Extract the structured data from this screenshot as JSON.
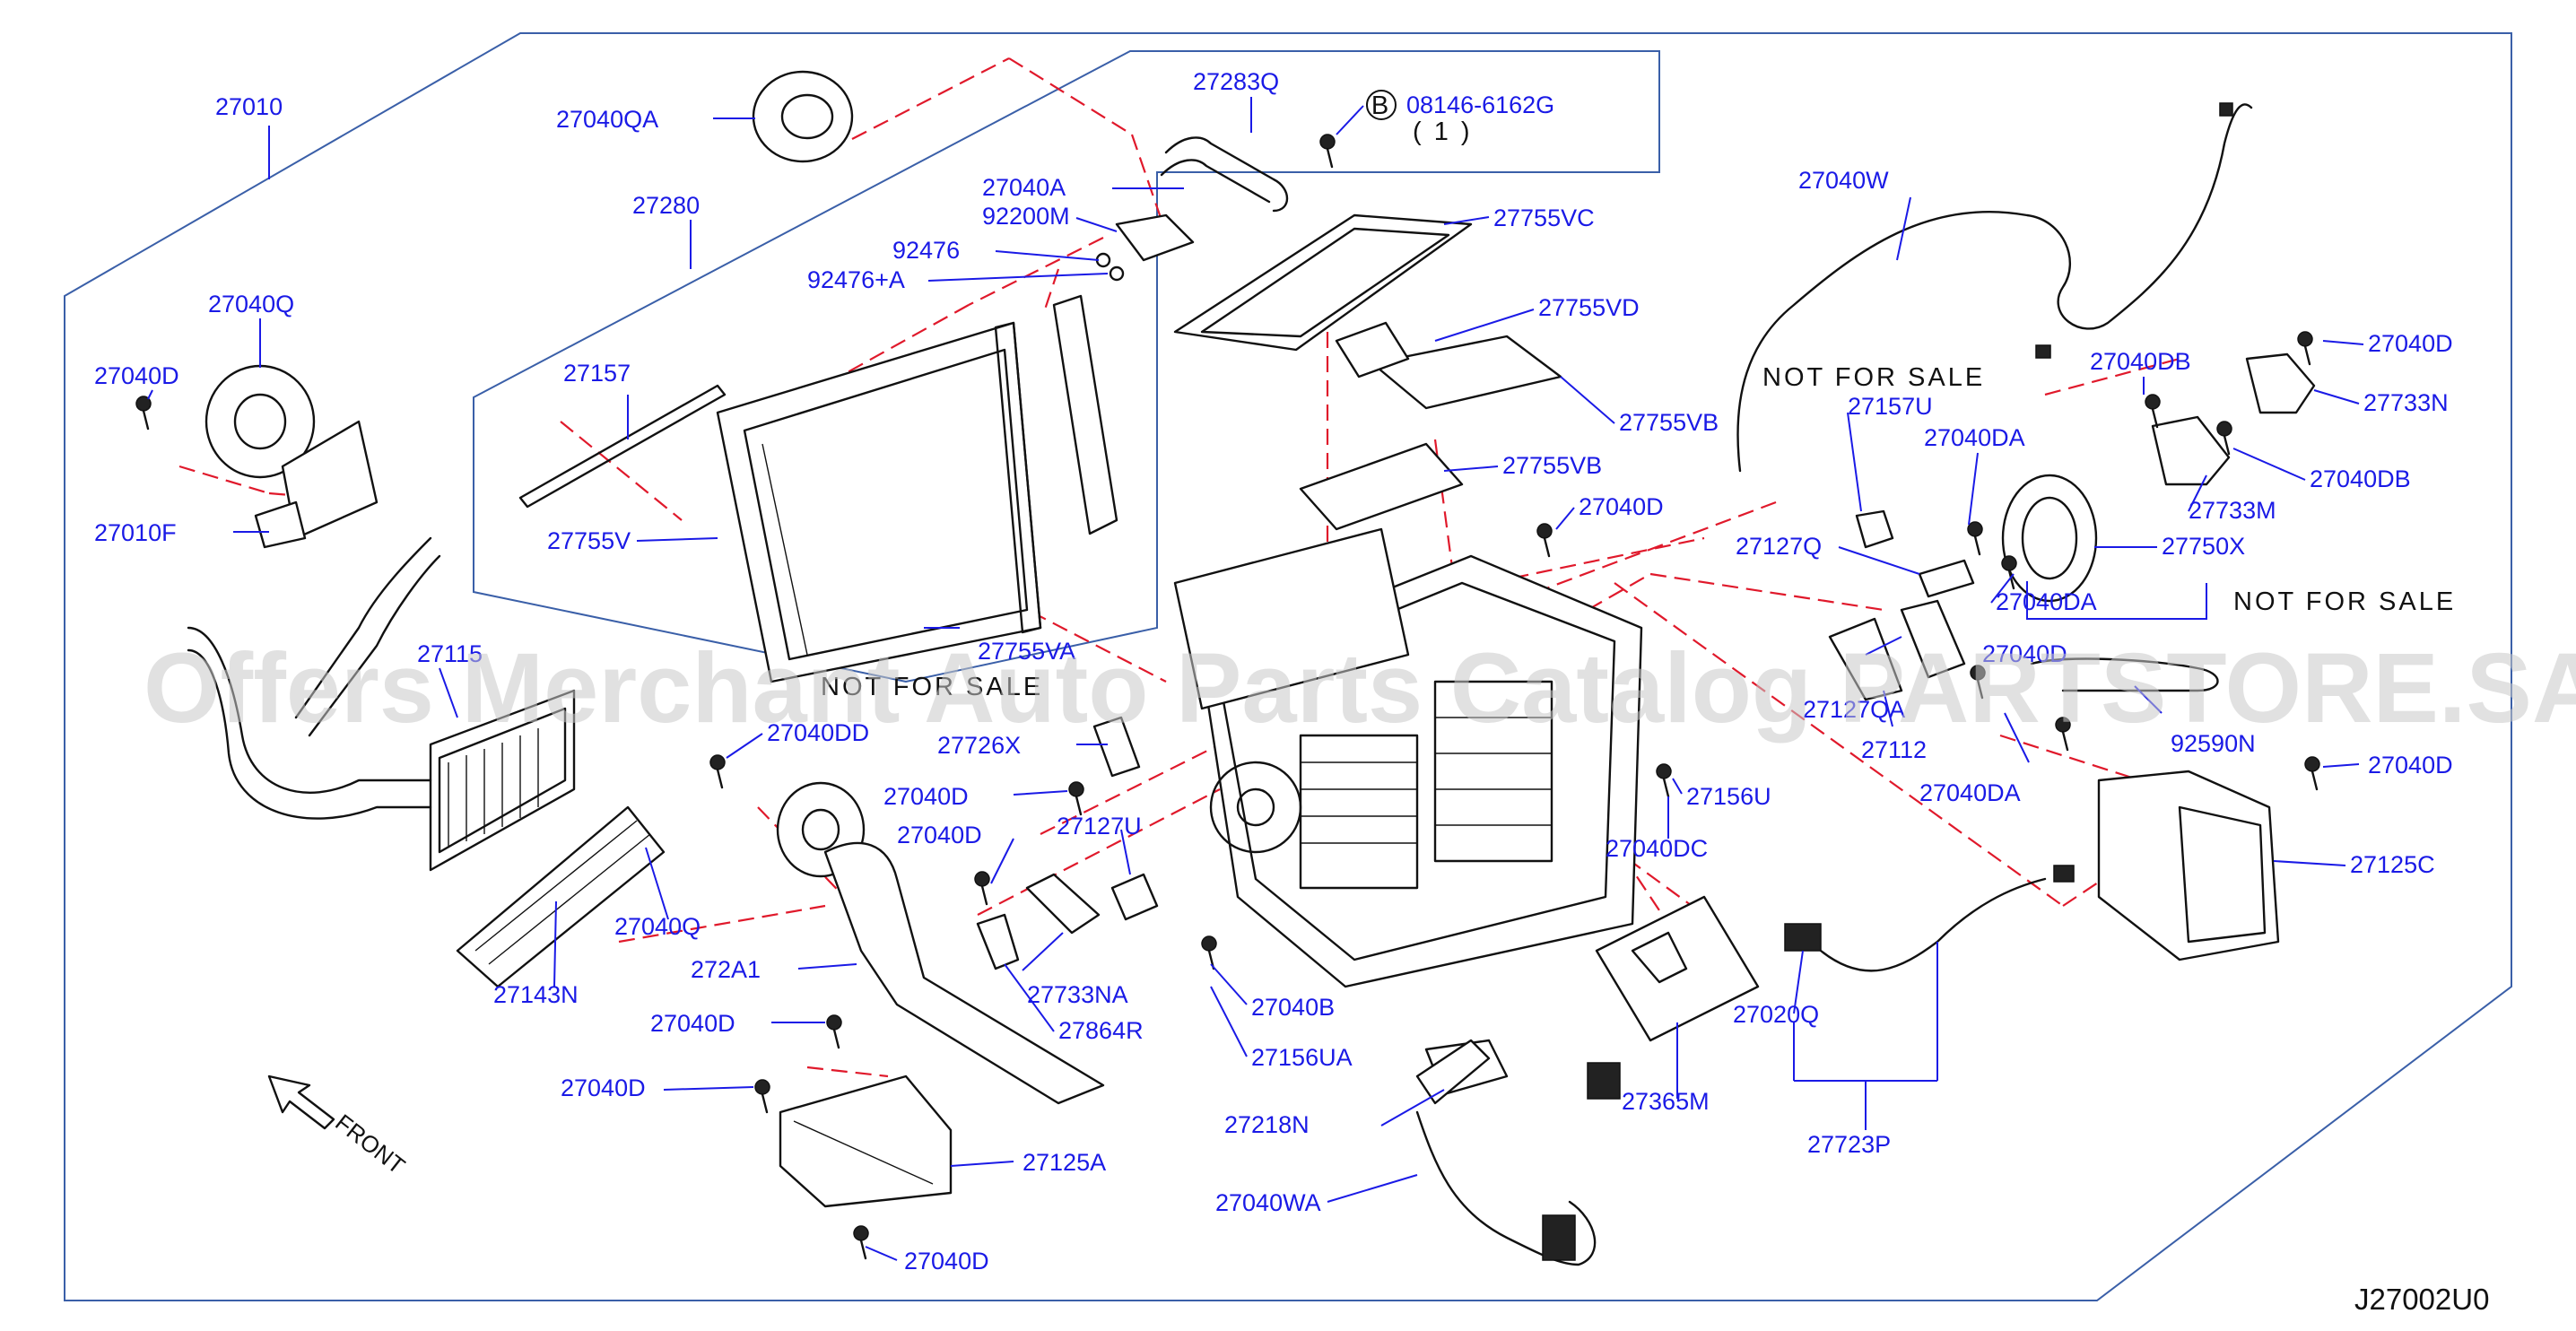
{
  "diagram": {
    "callouts": [
      {
        "id": "c1",
        "text": "27010"
      },
      {
        "id": "c2",
        "text": "27040QA"
      },
      {
        "id": "c3",
        "text": "27283Q"
      },
      {
        "id": "c4",
        "text": "08146-6162G"
      },
      {
        "id": "c5",
        "text": "( 1 )"
      },
      {
        "id": "c6",
        "text": "27280"
      },
      {
        "id": "c7",
        "text": "27040A"
      },
      {
        "id": "c8",
        "text": "92200M"
      },
      {
        "id": "c9",
        "text": "92476"
      },
      {
        "id": "c10",
        "text": "92476+A"
      },
      {
        "id": "c11",
        "text": "27755VC"
      },
      {
        "id": "c12",
        "text": "27040W"
      },
      {
        "id": "c13",
        "text": "27040Q"
      },
      {
        "id": "c14",
        "text": "27040D"
      },
      {
        "id": "c15",
        "text": "27157"
      },
      {
        "id": "c16",
        "text": "27755VD"
      },
      {
        "id": "c17",
        "text": "27040DB"
      },
      {
        "id": "c18",
        "text": "27040D"
      },
      {
        "id": "c19",
        "text": "27733N"
      },
      {
        "id": "c20",
        "text": "27157U"
      },
      {
        "id": "c21",
        "text": "27755VB"
      },
      {
        "id": "c22",
        "text": "27040DA"
      },
      {
        "id": "c23",
        "text": "27755VB"
      },
      {
        "id": "c24",
        "text": "27040DB"
      },
      {
        "id": "c25",
        "text": "27733M"
      },
      {
        "id": "c26",
        "text": "27010F"
      },
      {
        "id": "c27",
        "text": "27755V"
      },
      {
        "id": "c28",
        "text": "27040D"
      },
      {
        "id": "c29",
        "text": "27127Q"
      },
      {
        "id": "c30",
        "text": "27750X"
      },
      {
        "id": "c31",
        "text": "27040DA"
      },
      {
        "id": "c32",
        "text": "27755VA"
      },
      {
        "id": "c33",
        "text": "27115"
      },
      {
        "id": "c34",
        "text": "27040D"
      },
      {
        "id": "c35",
        "text": "27127QA"
      },
      {
        "id": "c36",
        "text": "27112"
      },
      {
        "id": "c37",
        "text": "27040DD"
      },
      {
        "id": "c38",
        "text": "27726X"
      },
      {
        "id": "c39",
        "text": "92590N"
      },
      {
        "id": "c40",
        "text": "27040D"
      },
      {
        "id": "c41",
        "text": "27156U"
      },
      {
        "id": "c42",
        "text": "27040DA"
      },
      {
        "id": "c43",
        "text": "27040D"
      },
      {
        "id": "c44",
        "text": "27040D"
      },
      {
        "id": "c45",
        "text": "27127U"
      },
      {
        "id": "c46",
        "text": "27040DC"
      },
      {
        "id": "c47",
        "text": "27125C"
      },
      {
        "id": "c48",
        "text": "27040Q"
      },
      {
        "id": "c49",
        "text": "272A1"
      },
      {
        "id": "c50",
        "text": "27143N"
      },
      {
        "id": "c51",
        "text": "27733NA"
      },
      {
        "id": "c52",
        "text": "27040B"
      },
      {
        "id": "c53",
        "text": "27020Q"
      },
      {
        "id": "c54",
        "text": "27040D"
      },
      {
        "id": "c55",
        "text": "27864R"
      },
      {
        "id": "c56",
        "text": "27156UA"
      },
      {
        "id": "c57",
        "text": "27040D"
      },
      {
        "id": "c58",
        "text": "27365M"
      },
      {
        "id": "c59",
        "text": "27218N"
      },
      {
        "id": "c60",
        "text": "27723P"
      },
      {
        "id": "c61",
        "text": "27125A"
      },
      {
        "id": "c62",
        "text": "27040WA"
      },
      {
        "id": "c63",
        "text": "27040D"
      }
    ],
    "notes": [
      {
        "id": "n1",
        "text": "NOT FOR SALE"
      },
      {
        "id": "n2",
        "text": "NOT FOR SALE"
      },
      {
        "id": "n3",
        "text": "NOT FOR SALE"
      }
    ],
    "bolt_marker": "B",
    "front_label": "FRONT",
    "diagram_code": "J27002U0",
    "watermark": "Offers Merchant Auto Parts Catalog PARTSTORE.SA",
    "colors": {
      "label": "#1a1ae6",
      "phantom_line": "#e0192b",
      "frame": "#3a5fa8",
      "line_art": "#111111",
      "watermark": "#c9c9c9"
    }
  }
}
